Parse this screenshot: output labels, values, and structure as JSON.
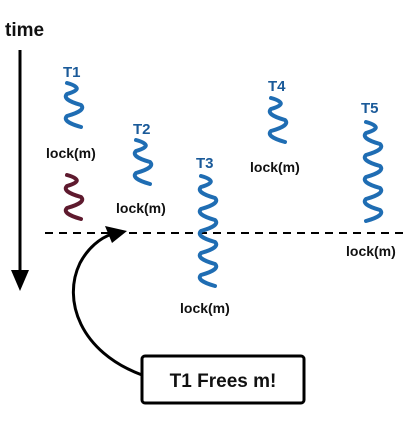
{
  "axis": {
    "label": "time"
  },
  "threads": [
    {
      "name": "T1",
      "lock_label": "lock(m)"
    },
    {
      "name": "T2",
      "lock_label": "lock(m)"
    },
    {
      "name": "T3",
      "lock_label": "lock(m)"
    },
    {
      "name": "T4",
      "lock_label": "lock(m)"
    },
    {
      "name": "T5",
      "lock_label": "lock(m)"
    }
  ],
  "event": {
    "label": "T1 Frees m!"
  },
  "colors": {
    "thread": "#1f6db3",
    "thread_label": "#1a5a99",
    "held": "#5e1a2e",
    "text": "#111111",
    "line": "#000000"
  }
}
